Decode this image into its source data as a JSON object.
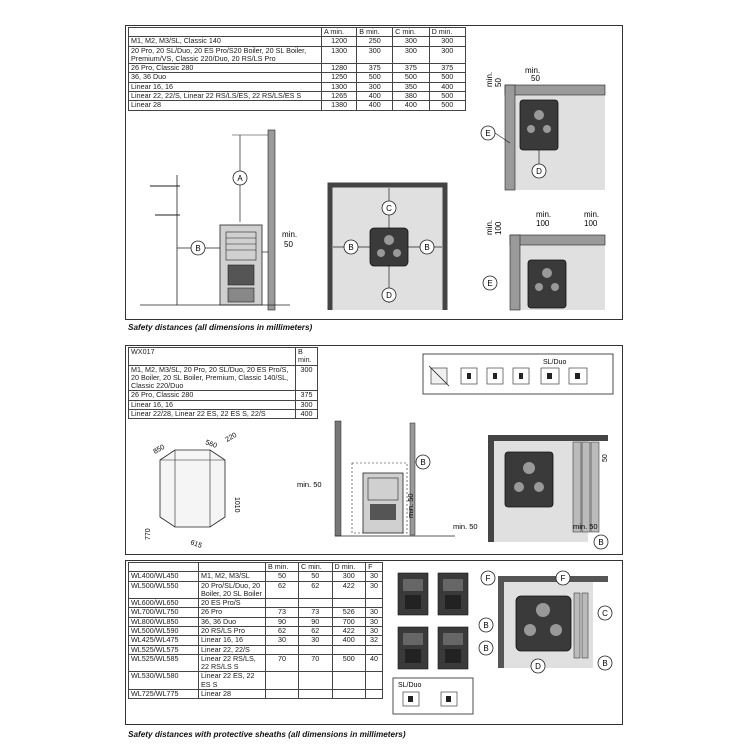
{
  "section1": {
    "table": {
      "headers": [
        "",
        "A min.",
        "B min.",
        "C min.",
        "D min."
      ],
      "rows": [
        [
          "M1, M2, M3/SL, Classic 140",
          "1200",
          "250",
          "300",
          "300"
        ],
        [
          "20 Pro, 20 SL/Duo, 20 ES Pro/S20 Boiler, 20 SL Boiler, Premium/VS, Classic 220/Duo, 20 RS/LS Pro",
          "1300",
          "300",
          "300",
          "300"
        ],
        [
          "26 Pro, Classic 280",
          "1280",
          "375",
          "375",
          "375"
        ],
        [
          "36, 36 Duo",
          "1250",
          "500",
          "500",
          "500"
        ],
        [
          "Linear 16, 16",
          "1300",
          "300",
          "350",
          "400"
        ],
        [
          "Linear 22, 22/S, Linear 22 RS/LS/ES, 22 RS/LS/ES S",
          "1265",
          "400",
          "380",
          "500"
        ],
        [
          "Linear 28",
          "1380",
          "400",
          "400",
          "500"
        ]
      ]
    },
    "labels": {
      "a": "A",
      "b": "B",
      "c": "C",
      "d": "D",
      "e": "E",
      "min": "min.",
      "v50": "50",
      "v100": "100"
    },
    "caption": "Safety distances (all dimensions in millimeters)"
  },
  "section2": {
    "table": {
      "headers": [
        "WX017",
        "B min."
      ],
      "rows": [
        [
          "M1, M2, M3/SL, 20 Pro, 20 SL/Duo, 20 ES Pro/S, 20 Boiler, 20 SL Boiler, Premium, Classic 140/SL, Classic 220/Duo",
          "300"
        ],
        [
          "26 Pro, Classic 280",
          "375"
        ],
        [
          "Linear 16, 16",
          "300"
        ],
        [
          "Linear 22/28, Linear 22 ES, 22 ES S, 22/S",
          "400"
        ]
      ]
    },
    "sl_duo": "SL/Duo",
    "dims": {
      "d850": "850",
      "d560": "560",
      "d220": "220",
      "d1010": "1010",
      "d770": "770",
      "d615": "615"
    },
    "labels": {
      "b": "B",
      "min50": "min. 50",
      "v50": "50"
    }
  },
  "section3": {
    "table": {
      "headers": [
        "",
        "",
        "B min.",
        "C min.",
        "D min.",
        "F"
      ],
      "rows": [
        [
          "WL400/WL450",
          "M1, M2, M3/SL",
          "50",
          "50",
          "300",
          "30"
        ],
        [
          "WL500/WL550",
          "20 Pro/SL/Duo, 20 Boiler, 20 SL Boiler",
          "62",
          "62",
          "422",
          "30"
        ],
        [
          "WL600/WL650",
          "20 ES Pro/S",
          "",
          "",
          "",
          ""
        ],
        [
          "WL700/WL750",
          "26 Pro",
          "73",
          "73",
          "526",
          "30"
        ],
        [
          "WL800/WL850",
          "36, 36 Duo",
          "90",
          "90",
          "700",
          "30"
        ],
        [
          "WL500/WL590",
          "20 RS/LS Pro",
          "62",
          "62",
          "422",
          "30"
        ],
        [
          "WL425/WL475",
          "Linear 16, 16",
          "30",
          "30",
          "400",
          "32"
        ],
        [
          "WL525/WL575",
          "Linear 22, 22/S",
          "",
          "",
          "",
          ""
        ],
        [
          "WL525/WL585",
          "Linear 22 RS/LS, 22 RS/LS S",
          "70",
          "70",
          "500",
          "40"
        ],
        [
          "WL530/WL580",
          "Linear 22 ES, 22 ES S",
          "",
          "",
          "",
          ""
        ],
        [
          "WL725/WL775",
          "Linear 28",
          "",
          "",
          "",
          ""
        ]
      ]
    },
    "sl_duo": "SL/Duo",
    "labels": {
      "b": "B",
      "c": "C",
      "d": "D",
      "f": "F"
    },
    "caption": "Safety distances with protective sheaths (all dimensions in millimeters)"
  },
  "colors": {
    "wall": "#9a9a9a",
    "floor": "#d9d9d9",
    "stove": "#3a3a3a",
    "line": "#222222"
  }
}
